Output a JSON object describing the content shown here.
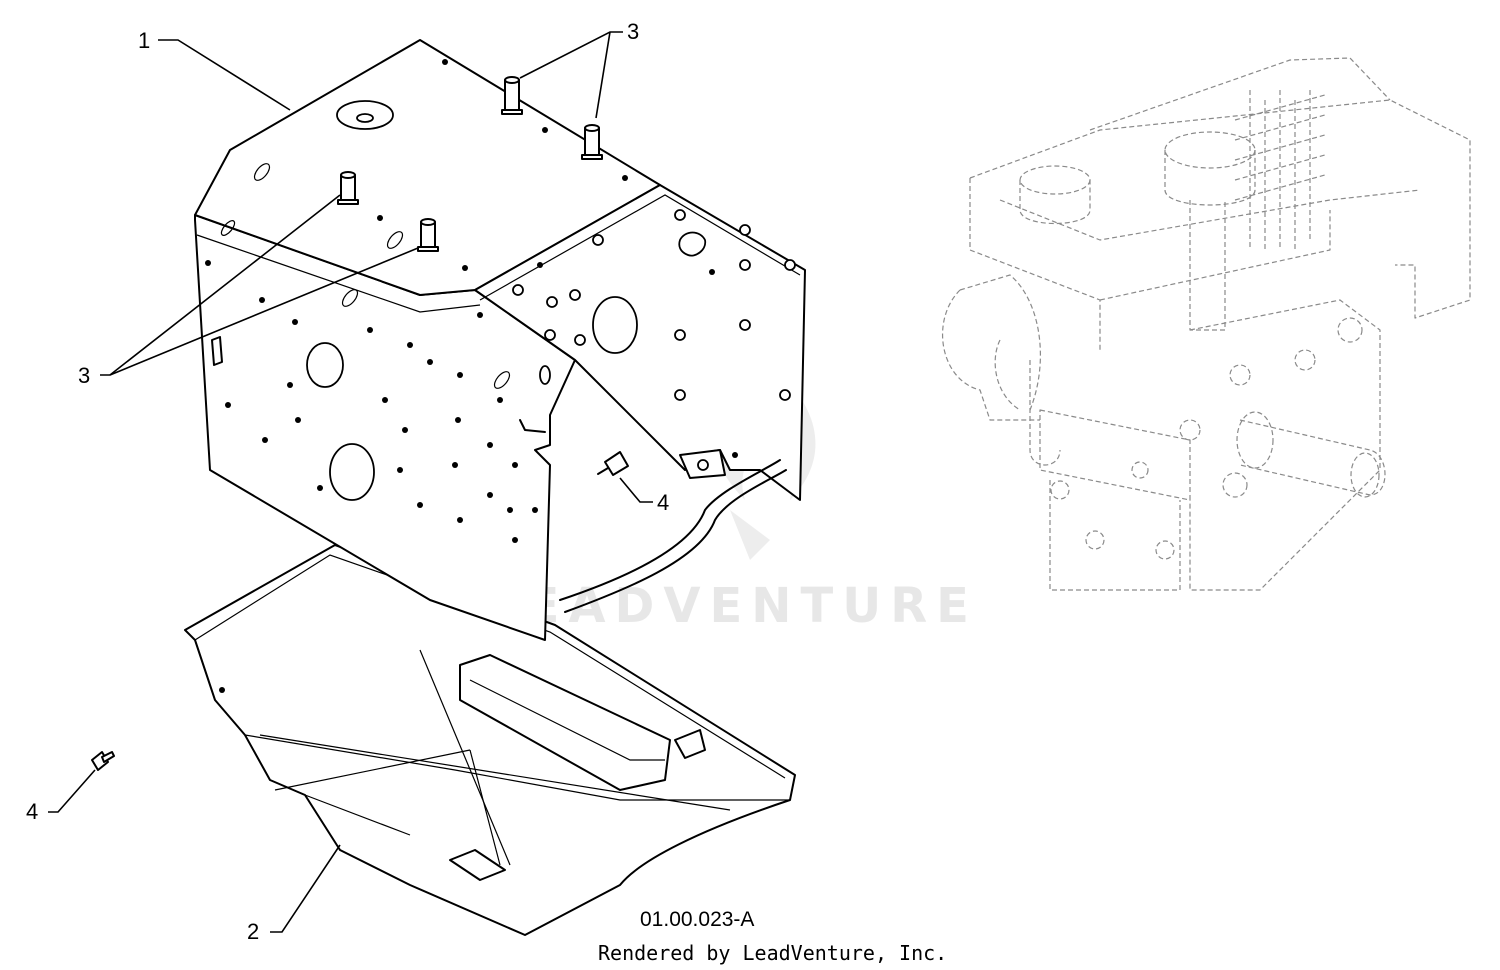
{
  "callouts": [
    {
      "id": "c1",
      "label": "1"
    },
    {
      "id": "c2",
      "label": "2"
    },
    {
      "id": "c3a",
      "label": "3"
    },
    {
      "id": "c3b",
      "label": "3"
    },
    {
      "id": "c4a",
      "label": "4"
    },
    {
      "id": "c4b",
      "label": "4"
    }
  ],
  "diagram_id": "01.00.023-A",
  "credit": "Rendered by LeadVenture, Inc.",
  "watermark": "LEADVENTURE",
  "icons": {
    "watermark_logo": "flame-logo-icon"
  },
  "colors": {
    "line": "#000000",
    "ghost_engine": "#8a8a8a",
    "watermark": "#d4d4d4"
  }
}
